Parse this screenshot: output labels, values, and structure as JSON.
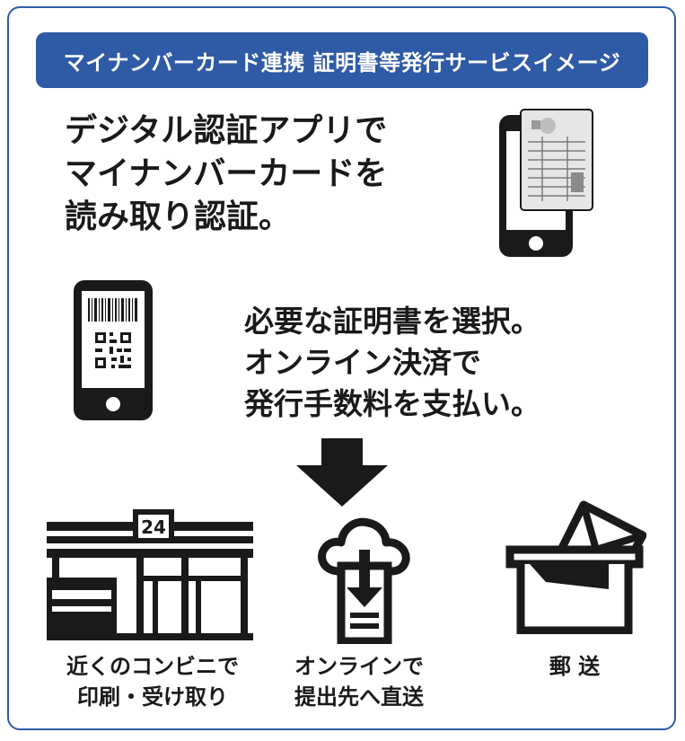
{
  "banner": {
    "title": "マイナンバーカード連携 証明書等発行サービスイメージ"
  },
  "step1": {
    "lines": [
      "デジタル認証アプリで",
      "マイナンバーカードを",
      "読み取り認証。"
    ]
  },
  "step2": {
    "lines": [
      "必要な証明書を選択。",
      "オンライン決済で",
      "発行手数料を支払い。"
    ]
  },
  "store_sign": "24",
  "options": [
    {
      "lines": [
        "近くのコンビニで",
        "印刷・受け取り"
      ],
      "icon": "convenience-store-icon"
    },
    {
      "lines": [
        "オンラインで",
        "提出先へ直送"
      ],
      "icon": "cloud-download-icon"
    },
    {
      "lines": [
        "郵 送"
      ],
      "icon": "mail-box-icon"
    }
  ],
  "colors": {
    "accent": "#2f5aa6",
    "border": "#2e5da8",
    "ink": "#1a1a1a"
  }
}
